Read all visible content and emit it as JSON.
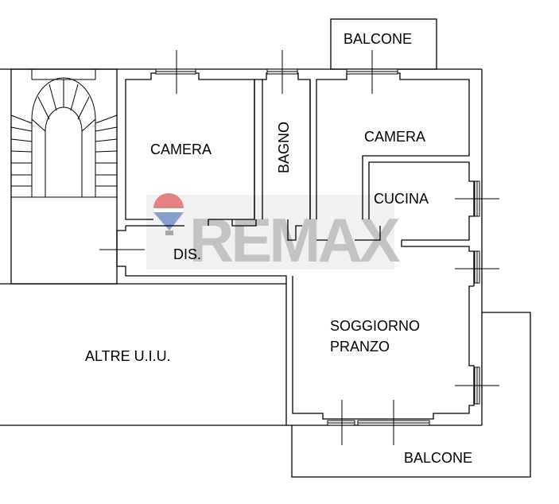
{
  "rooms": {
    "balcone_top": "BALCONE",
    "camera_left": "CAMERA",
    "bagno": "BAGNO",
    "camera_right": "CAMERA",
    "cucina": "CUCINA",
    "dis": "DIS.",
    "soggiorno_line1": "SOGGIORNO",
    "soggiorno_line2": "PRANZO",
    "altre": "ALTRE U.I.U.",
    "balcone_bottom": "BALCONE"
  },
  "watermark": {
    "brand": "RE/MAX",
    "text": "REMAX",
    "colors": {
      "text": "#b9b9b9",
      "balloon_red": "#e36a6a",
      "balloon_blue": "#6f8fc8",
      "backdrop": "#efefef"
    }
  }
}
